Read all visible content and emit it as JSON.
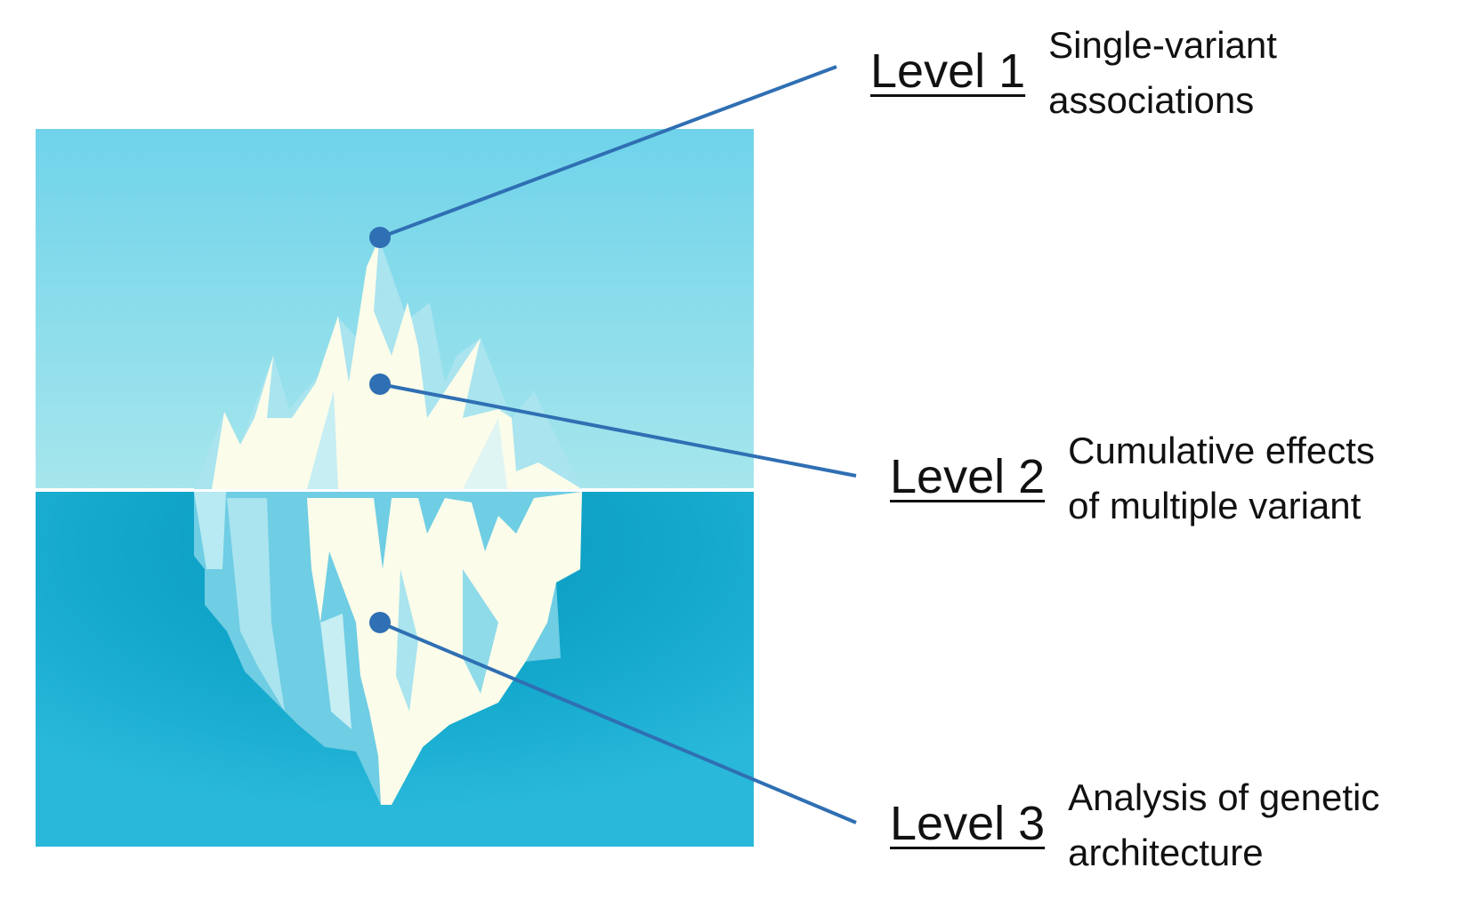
{
  "levels": [
    {
      "title": "Level 1",
      "line1": "Single-variant",
      "line2": "associations"
    },
    {
      "title": "Level 2",
      "line1": "Cumulative effects",
      "line2": "of multiple variant"
    },
    {
      "title": "Level 3",
      "line1": "Analysis of genetic",
      "line2": "architecture"
    }
  ],
  "colors": {
    "sky_top": "#6fd3ea",
    "sky_bottom": "#a6e6ec",
    "water": "#1fb2d6",
    "water_dark": "#0a97bd",
    "ice_white": "#fbfcea",
    "ice_shadow": "#a9e4ef",
    "pointer": "#2f6fb3"
  }
}
